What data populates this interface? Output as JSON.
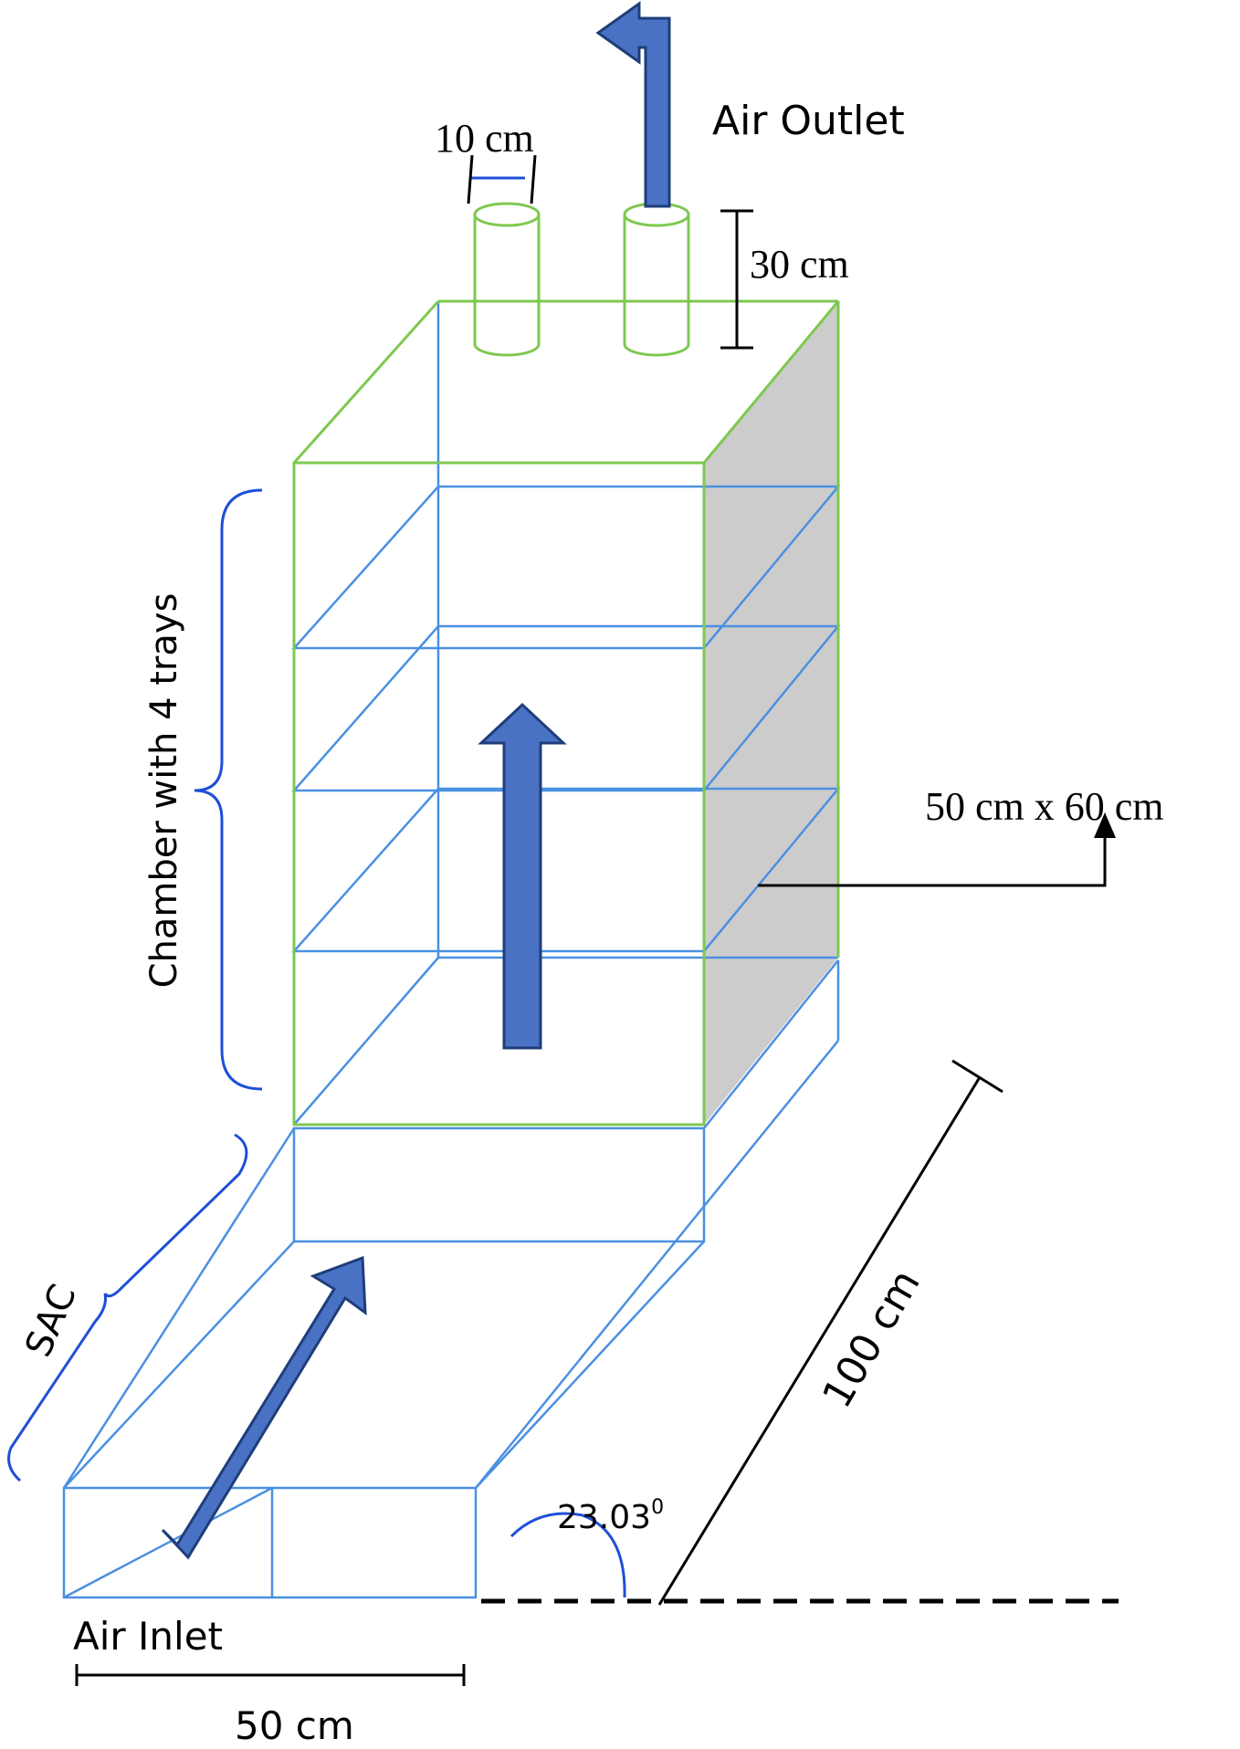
{
  "labels": {
    "air_outlet": "Air Outlet",
    "pipe_diameter": "10 cm",
    "pipe_height": "30 cm",
    "chamber": "Chamber with 4 trays",
    "tray_size": "50 cm x 60 cm",
    "sac": "SAC",
    "length": "100 cm",
    "angle_value": "23.03",
    "angle_unit": "0",
    "air_inlet": "Air Inlet",
    "width": "50 cm"
  },
  "colors": {
    "frame_green": "#7ec850",
    "frame_blue": "#4a90e2",
    "arrow_fill": "#4a72c4",
    "arrow_stroke": "#1f3d7a",
    "side_face_gray": "#cccccc",
    "bracket_blue": "#1f4fd8"
  }
}
